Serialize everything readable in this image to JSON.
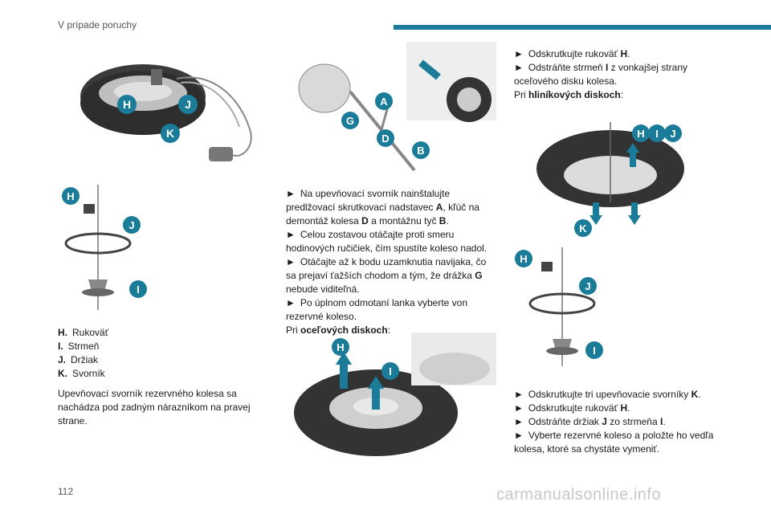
{
  "header": {
    "section_title": "V prípade poruchy"
  },
  "legend": [
    {
      "letter": "H.",
      "text": "Rukoväť"
    },
    {
      "letter": "I.",
      "text": "Strmeň"
    },
    {
      "letter": "J.",
      "text": "Držiak"
    },
    {
      "letter": "K.",
      "text": "Svorník"
    }
  ],
  "intro": "Upevňovací svorník rezervného kolesa sa nachádza pod zadným nárazníkom na pravej strane.",
  "column2": {
    "steps": [
      {
        "pre": "Na upevňovací svorník nainštalujte predlžovací skrutkovací nadstavec ",
        "b1": "A",
        "mid": ", kľúč na demontáž kolesa ",
        "b2": "D",
        "mid2": " a montážnu tyč ",
        "b3": "B",
        "post": "."
      },
      {
        "text": "Celou zostavou otáčajte proti smeru hodinových ručičiek, čím spustíte koleso nadol."
      },
      {
        "pre": "Otáčajte až k bodu uzamknutia navijaka, čo sa prejaví ťažších chodom a tým, že drážka ",
        "b1": "G",
        "post": " nebude viditeľná."
      },
      {
        "text": "Po úplnom odmotaní lanka vyberte von rezervné koleso."
      }
    ],
    "steel_pre": "Pri ",
    "steel_bold": "oceľových diskoch",
    "steel_post": ":"
  },
  "column3": {
    "step1_pre": "Odskrutkujte rukoväť ",
    "step1_b": "H",
    "step1_post": ".",
    "step2_pre": "Odstráňte strmeň ",
    "step2_b": "I",
    "step2_post": " z vonkajšej strany oceľového disku kolesa.",
    "alu_pre": "Pri ",
    "alu_bold": "hliníkových diskoch",
    "alu_post": ":",
    "step3_pre": "Odskrutkujte tri upevňovacie svorníky ",
    "step3_b": "K",
    "step3_post": ".",
    "step4_pre": "Odskrutkujte rukoväť ",
    "step4_b": "H",
    "step4_post": ".",
    "step5_pre": "Odstráňte držiak ",
    "step5_b": "J",
    "step5_mid": " zo strmeňa ",
    "step5_b2": "I",
    "step5_post": ".",
    "step6": "Vyberte rezervné koleso a položte ho vedľa kolesa, ktoré sa chystáte vymeniť."
  },
  "arrow_glyph": "►",
  "figure_labels": {
    "fig1": [
      "H",
      "J",
      "K"
    ],
    "fig2": [
      "H",
      "J",
      "I"
    ],
    "fig3": [
      "A",
      "G",
      "D",
      "B"
    ],
    "fig4": [
      "H",
      "I"
    ],
    "fig5": [
      "H",
      "I",
      "J",
      "K"
    ],
    "fig6": [
      "H",
      "J",
      "I"
    ]
  },
  "page_number": "112",
  "watermark": "carmanualsonline.info",
  "colors": {
    "accent": "#1a7c98",
    "badge": "#1a7c98",
    "arrow": "#1a7c98"
  }
}
